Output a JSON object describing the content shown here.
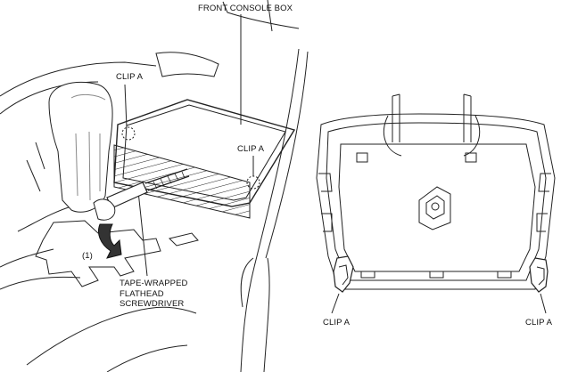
{
  "labels": {
    "front_console_box": "FRONT CONSOLE BOX",
    "clip_a_left_upper": "CLIP A",
    "clip_a_left_lower": "CLIP A",
    "clip_a_right_left": "CLIP A",
    "clip_a_right_right": "CLIP A",
    "step_number": "(1)",
    "tool": [
      "TAPE-WRAPPED",
      "FLATHEAD",
      "SCREWDRIVER"
    ]
  }
}
